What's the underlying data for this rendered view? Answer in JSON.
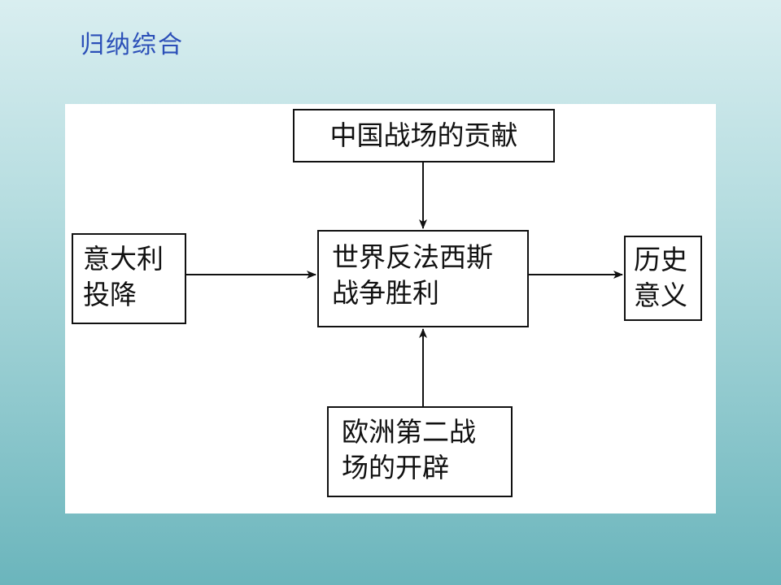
{
  "slide": {
    "title": "归纳综合"
  },
  "diagram": {
    "nodes": {
      "top": "中国战场的贡献",
      "left": "意大利\n投降",
      "center": "世界反法西斯\n战争胜利",
      "right": "历史\n意义",
      "bottom": "欧洲第二战\n场的开辟"
    },
    "edges": [
      {
        "from": "top",
        "to": "center"
      },
      {
        "from": "left",
        "to": "center"
      },
      {
        "from": "bottom",
        "to": "center"
      },
      {
        "from": "center",
        "to": "right"
      }
    ]
  }
}
